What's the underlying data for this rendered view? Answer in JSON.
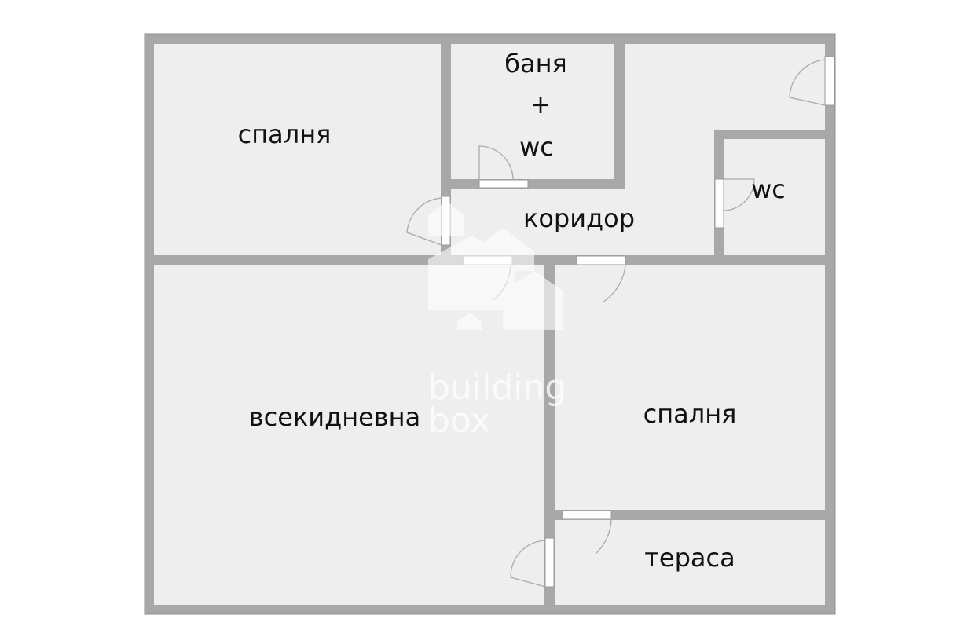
{
  "floorplan": {
    "rooms": {
      "bedroom_top_left": {
        "label": "спалня"
      },
      "bathroom": {
        "line1": "баня",
        "line2": "+",
        "line3": "wc"
      },
      "corridor": {
        "label": "коридор"
      },
      "wc": {
        "label": "wc"
      },
      "living_room": {
        "label": "всекидневна"
      },
      "bedroom_right": {
        "label": "спалня"
      },
      "terrace": {
        "label": "тераса"
      }
    }
  },
  "watermark": {
    "line1": "building",
    "line2": "box"
  },
  "colors": {
    "wall": "#a8a8a8",
    "wall_edge": "#8f8f8f",
    "floor": "#eeeeee",
    "door": "#ffffff",
    "swing": "#aaaaaa"
  }
}
